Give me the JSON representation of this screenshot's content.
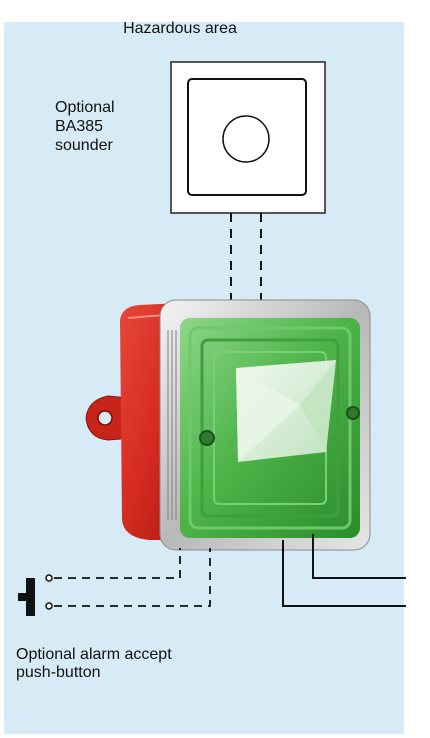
{
  "title": "Hazardous area",
  "sounder": {
    "label_lines": [
      "Optional",
      "BA385",
      "sounder"
    ]
  },
  "push_button": {
    "label_lines": [
      "Optional alarm accept",
      "push-button"
    ]
  },
  "colors": {
    "background": "#d7ebf7",
    "beacon_body": "#d42a1f",
    "beacon_lens": "#4fb54a",
    "wire": "#111111"
  },
  "icons": [
    "sounder-icon",
    "beacon-icon",
    "push-button-icon"
  ]
}
